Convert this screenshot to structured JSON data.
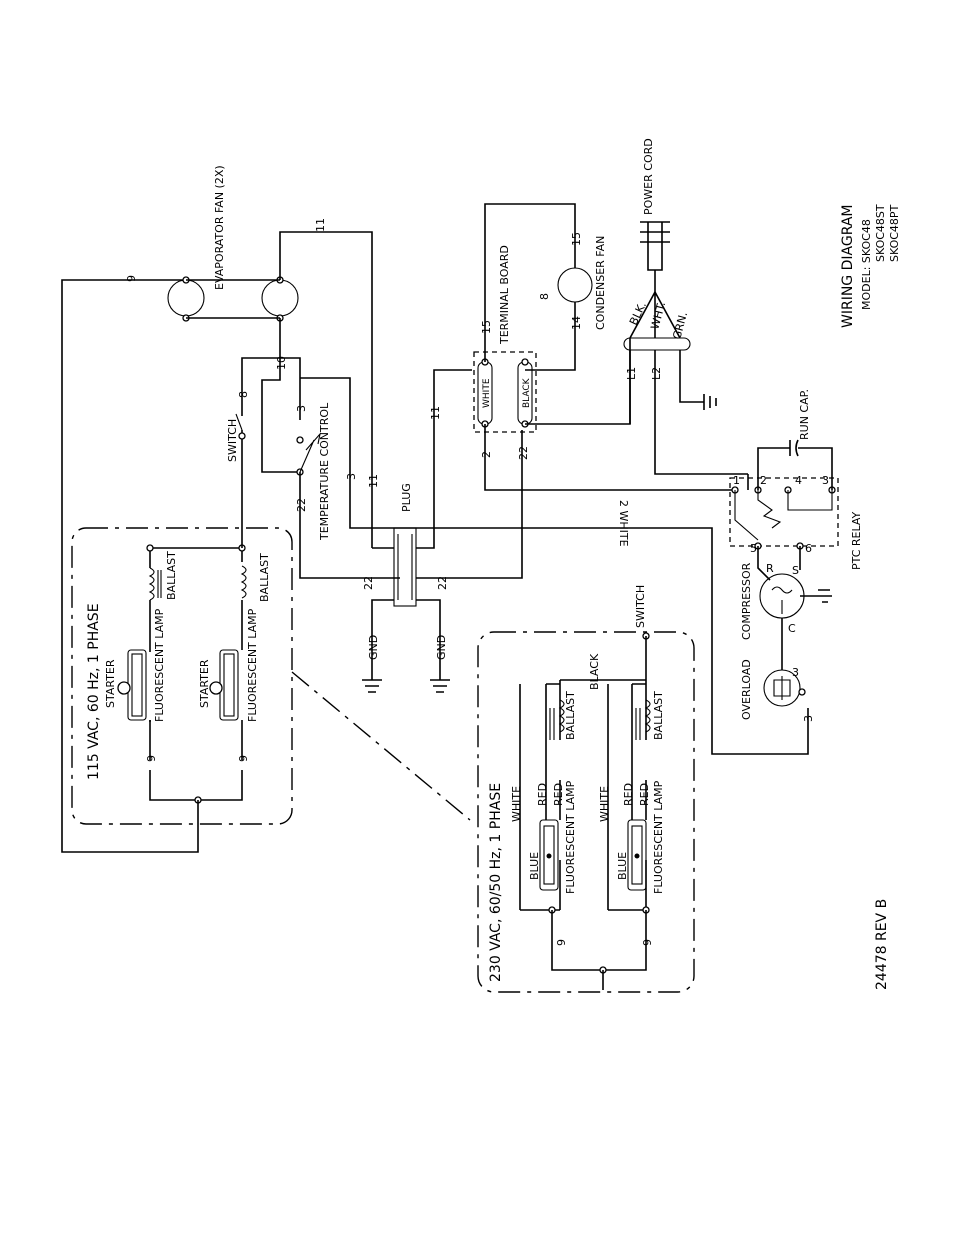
{
  "title_block": {
    "title": "WIRING DIAGRAM",
    "model_line": "MODEL: SKOC48",
    "model_2": "SKOC48ST",
    "model_3": "SKOC48PT"
  },
  "drawing_number": "24478 REV B",
  "sections": {
    "v115": "115 VAC, 60 Hz, 1 PHASE",
    "v230": "230 VAC, 60/50 Hz, 1 PHASE"
  },
  "components": {
    "evaporator_fan": "EVAPORATOR FAN (2X)",
    "condenser_fan": "CONDENSER FAN",
    "terminal_board": "TERMINAL BOARD",
    "tb_white": "WHITE",
    "tb_black": "BLACK",
    "power_cord": "POWER CORD",
    "switch": "SWITCH",
    "temperature_control": "TEMPERATURE CONTROL",
    "plug": "PLUG",
    "gnd": "GND",
    "run_cap": "RUN CAP.",
    "ptc_relay": "PTC RELAY",
    "compressor": "COMPRESSOR",
    "overload": "OVERLOAD",
    "ballast": "BALLAST",
    "starter": "STARTER",
    "fluorescent_lamp": "FLUORESCENT LAMP"
  },
  "wires": {
    "w2_white": "2 WHITE",
    "blk": "BLK.",
    "wht": "WHT.",
    "grn": "GRN.",
    "l1": "L1",
    "l2": "L2",
    "black": "BLACK",
    "white": "WHITE",
    "blue": "BLUE",
    "red": "RED"
  },
  "wire_numbers": {
    "n2": "2",
    "n3": "3",
    "n8": "8",
    "n9": "9",
    "n10": "10",
    "n11": "11",
    "n14": "14",
    "n15": "15",
    "n22": "22",
    "c": "C",
    "r": "R",
    "s": "S",
    "t1": "1",
    "t2": "2",
    "t3": "3",
    "t4": "4",
    "t5": "5",
    "t6": "6"
  }
}
